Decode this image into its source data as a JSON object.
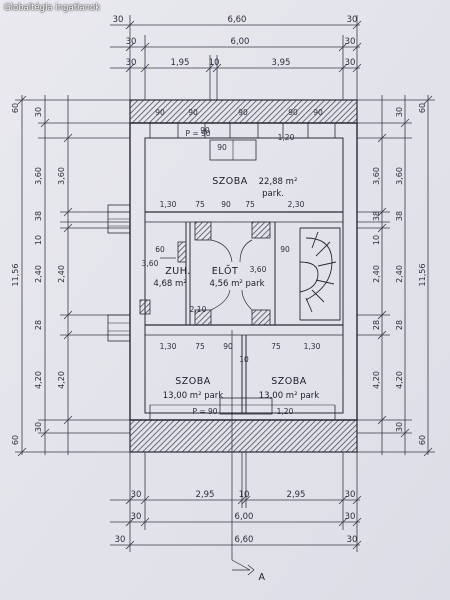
{
  "watermark": "Globaltégla ingatlanok",
  "dims_top": {
    "total": "6,60",
    "inner": "6,00",
    "side_left": "30",
    "side_right": "30",
    "left_room": "1,95",
    "partition": "10",
    "right_room": "3,95"
  },
  "dims_bottom": {
    "total": "6,60",
    "inner": "6,00",
    "side_left": "30",
    "side_right": "30",
    "left_room": "2,95",
    "partition": "10",
    "right_room": "2,95"
  },
  "dims_left": {
    "total": "11,56",
    "a": "60",
    "b": "30",
    "c": "3,60",
    "d": "38",
    "e": "10",
    "f": "2,40",
    "g": "28",
    "h": "4,20",
    "i": "30",
    "j": "60"
  },
  "dims_right": {
    "total": "11,56",
    "a": "60",
    "b": "30",
    "c": "3,60",
    "d": "38",
    "e": "10",
    "f": "2,40",
    "g": "28",
    "h": "4,20",
    "i": "30",
    "j": "60"
  },
  "windows_top": [
    "90",
    "90",
    "90",
    "90",
    "90"
  ],
  "interior": {
    "parapet_top": "P = 90",
    "door_top_1": "90",
    "door_top_2": "1,20",
    "row_top": [
      "1,30",
      "75",
      "90",
      "75",
      "2,30"
    ],
    "row_bottom": [
      "1,30",
      "75",
      "90",
      "75",
      "1,30"
    ],
    "bath_window": "60",
    "bath_bottom": "2,10",
    "stair_width": "90",
    "partition_mid": "10",
    "parapet_bottom": "P = 90",
    "door_bottom_2": "1,20",
    "stair_arrow": "A"
  },
  "rooms": {
    "szoba_top": {
      "name": "SZOBA",
      "area": "22,88 m²",
      "floor": "park."
    },
    "bath": {
      "name": "ZUH.",
      "area": "4,68 m²",
      "extra": "3,60"
    },
    "hall": {
      "name": "ELŐT",
      "area": "4,56 m² park",
      "extra": "3,60"
    },
    "szoba_left": {
      "name": "SZOBA",
      "area": "13,00 m² park"
    },
    "szoba_right": {
      "name": "SZOBA",
      "area": "13,00 m² park"
    }
  },
  "section_marker": "A"
}
